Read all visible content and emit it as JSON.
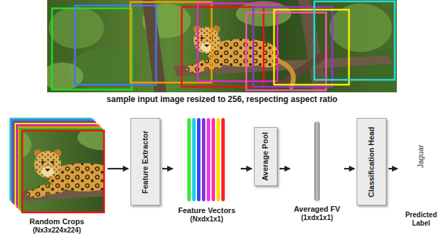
{
  "diagram": {
    "caption": "sample input image resized to 256, respecting aspect ratio",
    "nodes": [
      {
        "text": [
          "Random Crops",
          "(Nx3x224x224)"
        ]
      },
      {
        "text": [
          "Feature Extractor"
        ]
      },
      {
        "text": [
          "Feature Vectors",
          "(Nxdx1x1)"
        ]
      },
      {
        "text": [
          "Average Pool"
        ]
      },
      {
        "text": [
          "Averaged FV",
          "(1xdx1x1)"
        ]
      },
      {
        "text": [
          "Classification Head"
        ]
      },
      {
        "text": [
          "Jaguar",
          "Predicted Label"
        ]
      }
    ],
    "edges": [
      {
        "from": 0,
        "to": 1,
        "arrow": "to"
      },
      {
        "from": 1,
        "to": 2,
        "arrow": "to"
      },
      {
        "from": 2,
        "to": 3,
        "arrow": "to"
      },
      {
        "from": 3,
        "to": 4,
        "arrow": "to"
      },
      {
        "from": 4,
        "to": 5,
        "arrow": "to"
      },
      {
        "from": 5,
        "to": 6,
        "arrow": "to"
      }
    ]
  }
}
